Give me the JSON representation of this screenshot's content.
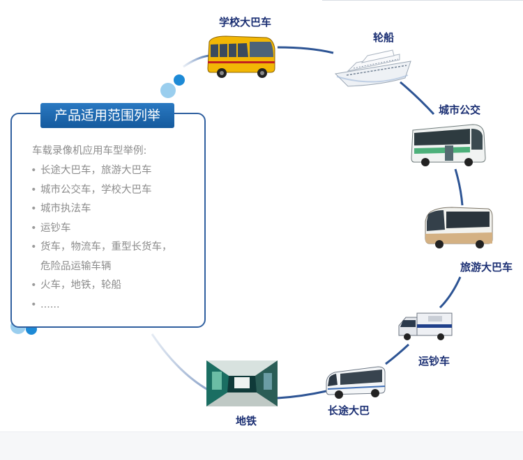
{
  "panel": {
    "title": "产品适用范围列举",
    "intro": "车载录像机应用车型举例:",
    "items": [
      {
        "text": "长途大巴车，旅游大巴车"
      },
      {
        "text": "城市公交车，学校大巴车"
      },
      {
        "text": "城市执法车"
      },
      {
        "text": "运钞车"
      },
      {
        "text": "货车，物流车，重型长货车，",
        "cont": "危险品运输车辆"
      },
      {
        "text": "火车，地铁，轮船"
      },
      {
        "text": "......"
      }
    ]
  },
  "nodes": {
    "school_bus": "学校大巴车",
    "ship": "轮船",
    "city_bus": "城市公交",
    "tour_bus": "旅游大巴车",
    "cash_truck": "运钞车",
    "coach": "长途大巴",
    "subway": "地铁"
  },
  "colors": {
    "accent": "#2f5f9f",
    "label": "#1b2f73",
    "title_bar": "#1e6bb3",
    "light_arc": "#c7d4e6",
    "bubble_light": "#8fc9ec",
    "bubble_dark": "#1d8ad6",
    "school_bus": "#f4b400",
    "ship": "#ffffff",
    "tour_bus": "#d9b98a"
  },
  "icons": [
    "school-bus-icon",
    "ship-icon",
    "city-bus-icon",
    "tour-bus-icon",
    "cash-truck-icon",
    "coach-icon",
    "subway-icon"
  ]
}
